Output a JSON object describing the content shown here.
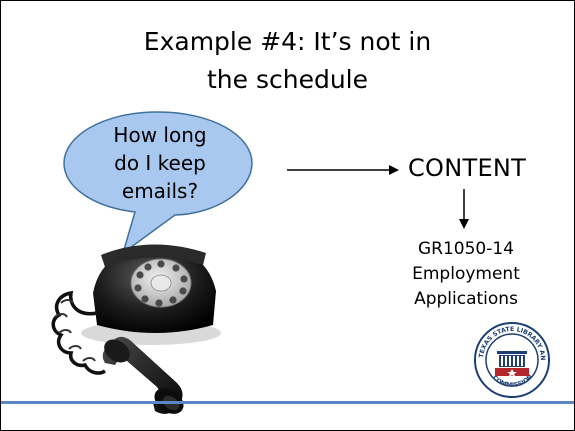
{
  "slide": {
    "title_line1": "Example #4: It’s not in",
    "title_line2": "the schedule"
  },
  "bubble": {
    "line1": "How long",
    "line2": "do I keep",
    "line3": "emails?",
    "fill_color": "#a9c8ef",
    "stroke_color": "#41719c"
  },
  "content_label": "CONTENT",
  "record": {
    "line1": "GR1050-14",
    "line2": "Employment",
    "line3": "Applications"
  },
  "seal": {
    "text": "TEXAS STATE LIBRARY AND ARCHIVES COMMISSION",
    "color": "#1d3f73",
    "accent": "#b3262b"
  },
  "colors": {
    "rule": "#5b86c5"
  },
  "icons": {
    "phone": "rotary-phone-icon",
    "seal": "commission-seal-icon"
  }
}
